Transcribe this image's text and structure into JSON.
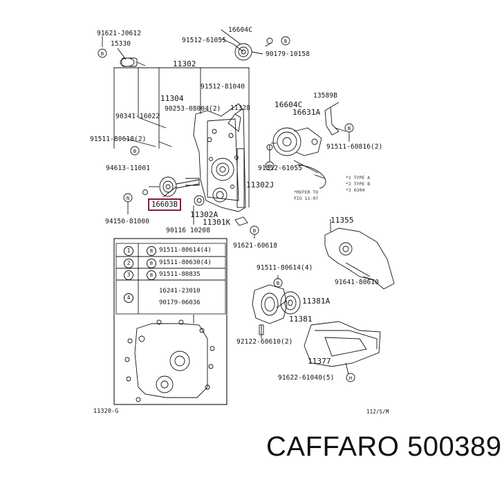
{
  "brand": "CAFFARO 500389",
  "highlighted_part": "16603B",
  "figure_ref": "11320-G",
  "drawing_no": "112/S/M",
  "labels": {
    "p91621_j0612": "91621-J0612",
    "p15330": "15330",
    "p16604c_top": "16604C",
    "p91512_61055_top": "91512-61055",
    "p90179_10158": "90179-10158",
    "p11302": "11302",
    "p11304": "11304",
    "p91512_81040": "91512-81040",
    "p90253_08004": "90253-08004(2)",
    "p11328": "11328",
    "p90341_16022": "90341-16022",
    "p91511_80618": "91511-80618(2)",
    "p13589b": "13589B",
    "p16604c_mid": "16604C",
    "p16631a": "16631A",
    "p91511_60816": "91511-60816(2)",
    "p94613_11001": "94613-11001",
    "p91512_61055_mid": "91512-61055",
    "p11302j": "11302J",
    "p94150_81000": "94150-81000",
    "p90116_10208": "90116 10208",
    "p11302a": "11302A",
    "p11301k": "11301K",
    "p91621_60618": "91621-60618",
    "p11355": "11355",
    "p91511_80614": "91511-80614(4)",
    "p91641_80610": "91641-80610",
    "p11381a": "11381A",
    "p11381": "11381",
    "p92122_60610": "92122-60610(2)",
    "p11377": "11377",
    "p91622_61040": "91622-61040(5)",
    "note_line1": "*1 TYPE A",
    "note_line2": "*2 TYPE B",
    "note_line3": "*3 0304",
    "ref_line1": "*REFER TO",
    "ref_line2": "FIG 11-07"
  },
  "legend": [
    {
      "num": "1",
      "sym": "B",
      "part": "91511-80614(4)"
    },
    {
      "num": "2",
      "sym": "B",
      "part": "91511-80630(4)"
    },
    {
      "num": "3",
      "sym": "B",
      "part": "91511-80835"
    },
    {
      "num": "4",
      "sym": "",
      "part": "16241-23010",
      "part2": "90179-06036"
    }
  ]
}
